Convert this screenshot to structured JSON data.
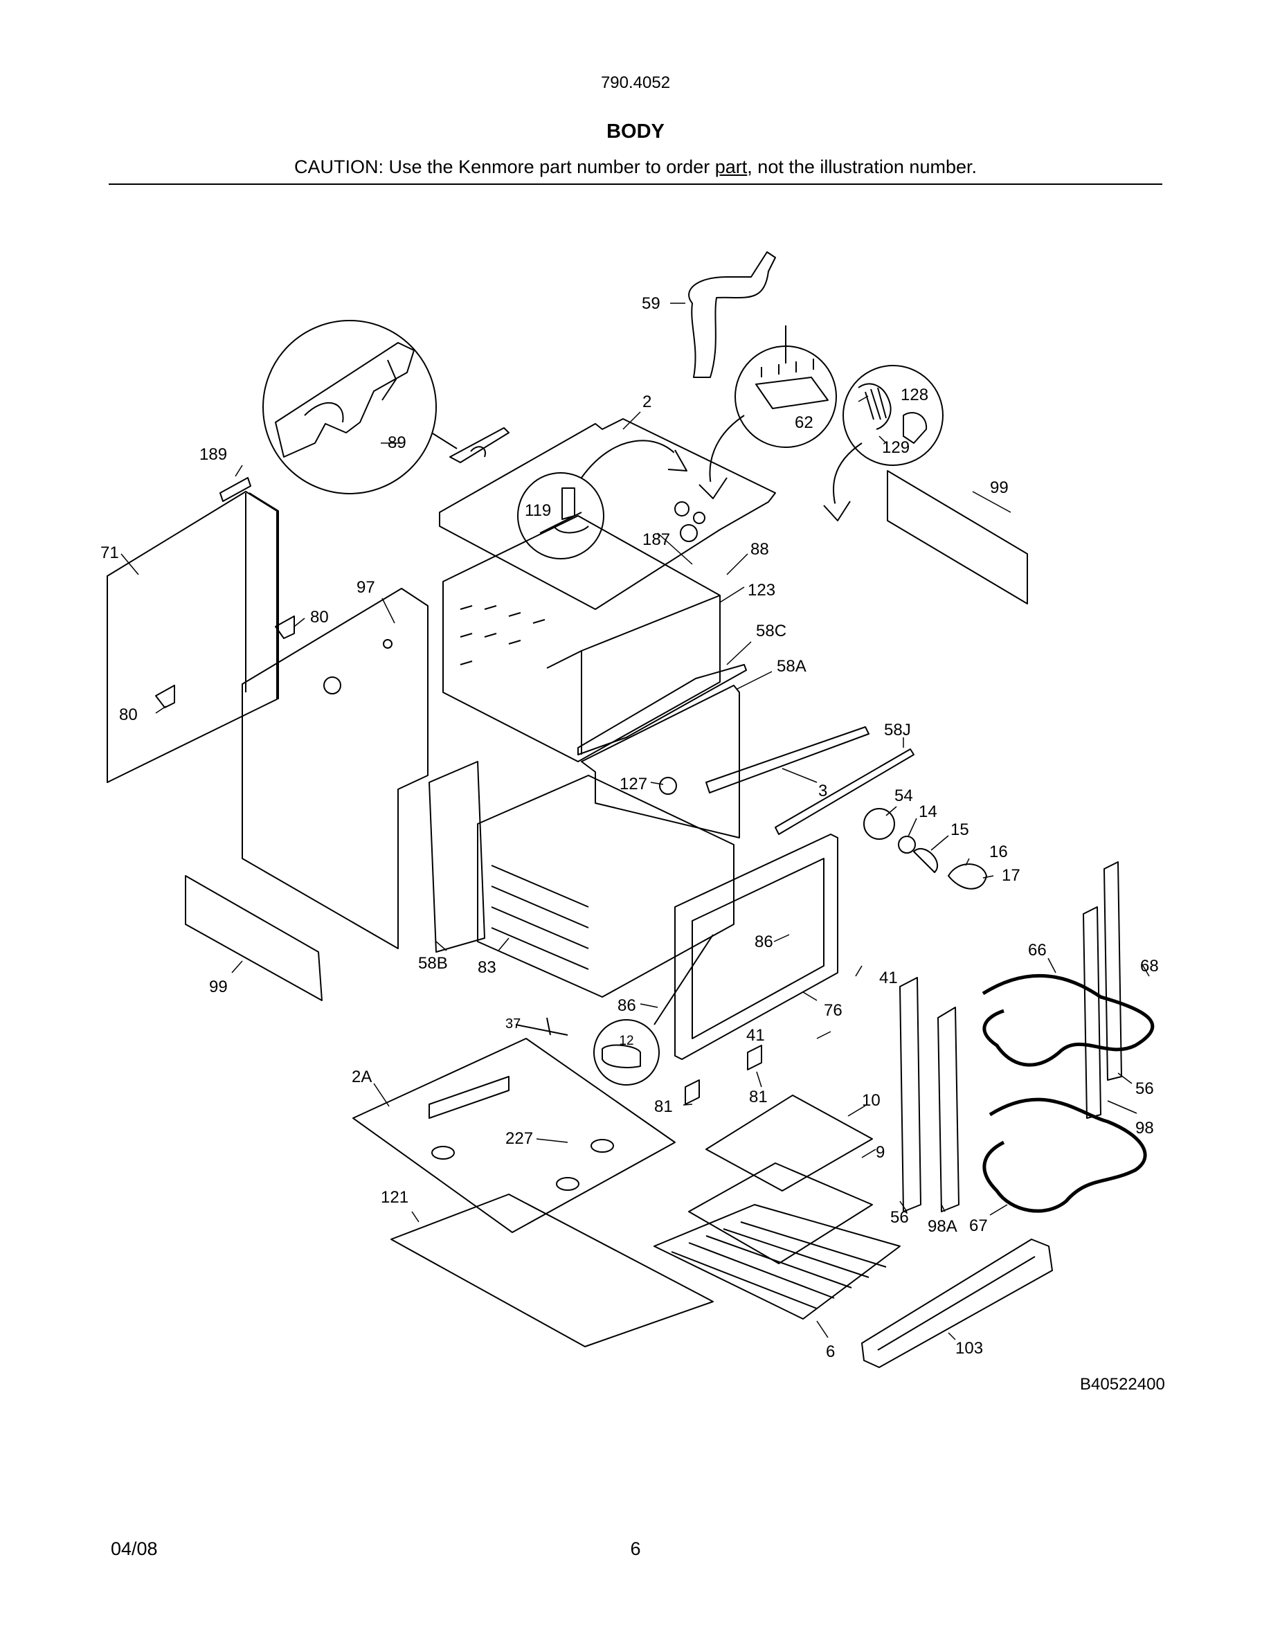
{
  "header": {
    "model": "790.4052",
    "title": "BODY",
    "caution_before": "CAUTION: Use the Kenmore part number to order ",
    "caution_underlined": "part",
    "caution_after": ", not the illustration number."
  },
  "callouts": {
    "c59": "59",
    "c2": "2",
    "c62": "62",
    "c128": "128",
    "c129": "129",
    "c89": "89",
    "c189": "189",
    "c99a": "99",
    "c119": "119",
    "c187": "187",
    "c88": "88",
    "c123": "123",
    "c71": "71",
    "c97": "97",
    "c80a": "80",
    "c80b": "80",
    "c58C": "58C",
    "c58A": "58A",
    "c58J": "58J",
    "c127": "127",
    "c3": "3",
    "c54": "54",
    "c14": "14",
    "c15": "15",
    "c16": "16",
    "c17": "17",
    "c58B": "58B",
    "c83": "83",
    "c86a": "86",
    "c86b": "86",
    "c41a": "41",
    "c41b": "41",
    "c66": "66",
    "c68": "68",
    "c99b": "99",
    "c37": "37",
    "c76": "76",
    "c12": "12",
    "c2A": "2A",
    "c81a": "81",
    "c81b": "81",
    "c10": "10",
    "c56a": "56",
    "c98": "98",
    "c227": "227",
    "c9": "9",
    "c121": "121",
    "c56b": "56",
    "c98A": "98A",
    "c67": "67",
    "c6": "6",
    "c103": "103"
  },
  "drawing_code": "B40522400",
  "footer": {
    "date": "04/08",
    "page": "6"
  }
}
